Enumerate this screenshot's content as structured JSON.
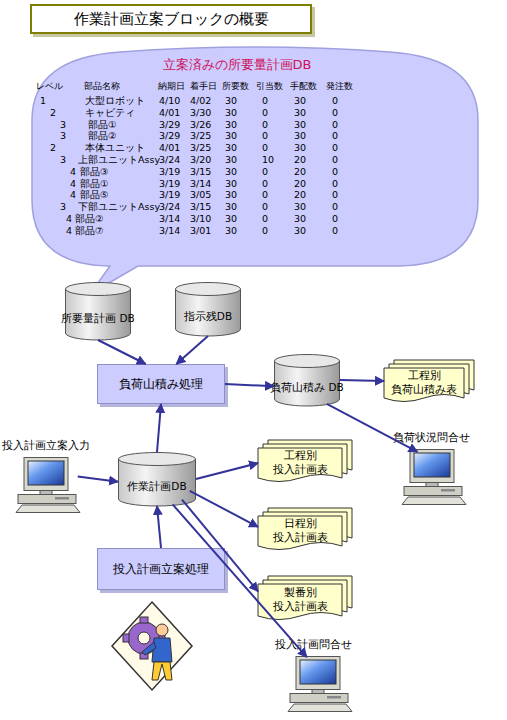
{
  "diagram": {
    "title": "作業計画立案ブロックの概要",
    "nodes": [
      {
        "text": [
          "立案済みの所要量計画DB"
        ]
      },
      {
        "text": [
          "所要量計画 DB"
        ]
      },
      {
        "text": [
          "指示残DB"
        ]
      },
      {
        "text": [
          "負荷山積み処理"
        ]
      },
      {
        "text": [
          "負荷山積み DB"
        ]
      },
      {
        "text": [
          "工程別 負荷山積み表"
        ]
      },
      {
        "text": [
          "負荷状況問合せ"
        ]
      },
      {
        "text": [
          "投入計画立案入力"
        ]
      },
      {
        "text": [
          "作業計画DB"
        ]
      },
      {
        "text": [
          "工程別 投入計画表"
        ]
      },
      {
        "text": [
          "日程別 投入計画表"
        ]
      },
      {
        "text": [
          "製番別 投入計画表"
        ]
      },
      {
        "text": [
          "投入計画立案処理"
        ]
      },
      {
        "text": [
          "投入計画問合せ"
        ]
      }
    ],
    "edges": [
      {
        "from": 1,
        "to": 3,
        "arrow": "to"
      },
      {
        "from": 2,
        "to": 3,
        "arrow": "to"
      },
      {
        "from": 3,
        "to": 4,
        "arrow": "to"
      },
      {
        "from": 4,
        "to": 5,
        "arrow": "to"
      },
      {
        "from": 4,
        "to": 6,
        "arrow": "to"
      },
      {
        "from": 7,
        "to": 8,
        "arrow": "to"
      },
      {
        "from": 8,
        "to": 3,
        "arrow": "to"
      },
      {
        "from": 12,
        "to": 8,
        "arrow": "to"
      },
      {
        "from": 8,
        "to": 9,
        "arrow": "to"
      },
      {
        "from": 8,
        "to": 10,
        "arrow": "to"
      },
      {
        "from": 8,
        "to": 11,
        "arrow": "to"
      },
      {
        "from": 8,
        "to": 13,
        "arrow": "to"
      }
    ],
    "labels": [
      "レベル",
      "部品名称",
      "納期日",
      "着手日",
      "所要数",
      "引当数",
      "手配数",
      "発注数",
      "1",
      "大型ロボット",
      "4/10",
      "4/02",
      "30",
      "0",
      "30",
      "0",
      "2",
      "キャビティ",
      "4/01",
      "3/30",
      "30",
      "0",
      "30",
      "0",
      "3",
      "部品①",
      "3/29",
      "3/26",
      "30",
      "0",
      "30",
      "0",
      "3",
      "部品②",
      "3/29",
      "3/25",
      "30",
      "0",
      "30",
      "0",
      "2",
      "本体ユニット",
      "4/01",
      "3/25",
      "30",
      "0",
      "30",
      "0",
      "3",
      "上部ユニットAssy",
      "3/24",
      "3/20",
      "30",
      "10",
      "20",
      "0",
      "4",
      "部品③",
      "3/19",
      "3/15",
      "30",
      "0",
      "20",
      "0",
      "4",
      "部品①",
      "3/19",
      "3/14",
      "30",
      "0",
      "20",
      "0",
      "4",
      "部品⑤",
      "3/19",
      "3/05",
      "30",
      "0",
      "20",
      "0",
      "3",
      "下部ユニットAssy",
      "3/24",
      "3/15",
      "30",
      "0",
      "30",
      "0",
      "4",
      "部品②",
      "3/14",
      "3/10",
      "30",
      "0",
      "30",
      "0",
      "4",
      "部品⑦",
      "3/14",
      "3/01",
      "30",
      "0",
      "30",
      "0"
    ]
  }
}
